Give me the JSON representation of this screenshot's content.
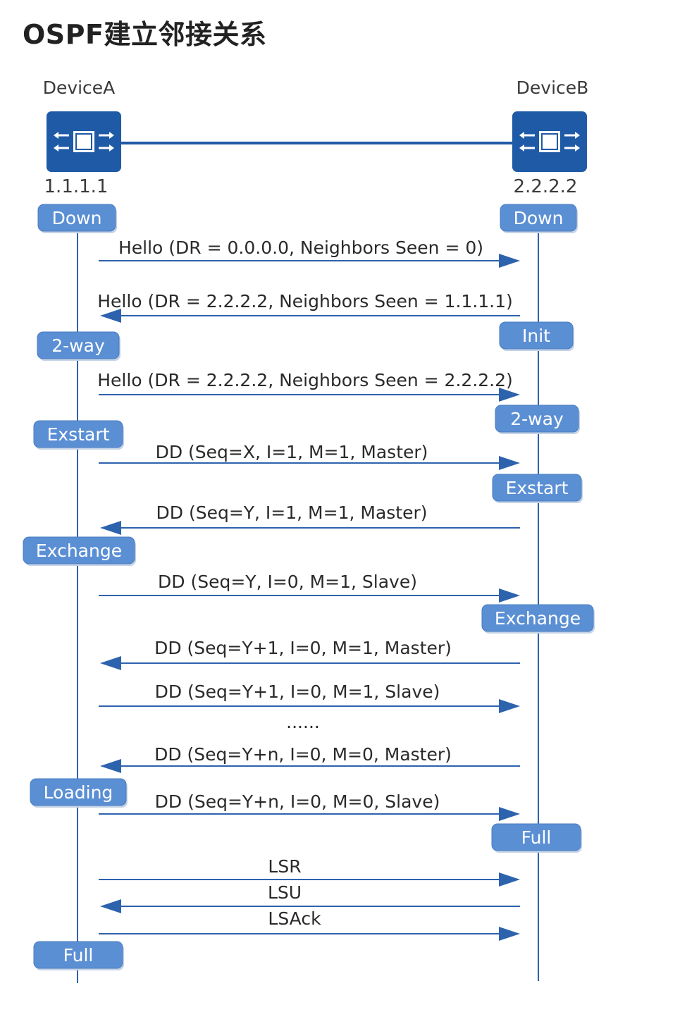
{
  "title": "OSPF建立邻接关系",
  "devices": {
    "a": {
      "name": "DeviceA",
      "ip": "1.1.1.1"
    },
    "b": {
      "name": "DeviceB",
      "ip": "2.2.2.2"
    }
  },
  "colors": {
    "lifeline": "#2d63ad",
    "state_box": "#5b8fd4",
    "router_icon": "#1f5aa6"
  },
  "icons": [
    "router-icon",
    "router-icon"
  ],
  "states": [
    {
      "side": "a",
      "label": "Down"
    },
    {
      "side": "b",
      "label": "Down"
    },
    {
      "side": "b",
      "label": "Init"
    },
    {
      "side": "a",
      "label": "2-way"
    },
    {
      "side": "b",
      "label": "2-way"
    },
    {
      "side": "a",
      "label": "Exstart"
    },
    {
      "side": "b",
      "label": "Exstart"
    },
    {
      "side": "a",
      "label": "Exchange"
    },
    {
      "side": "b",
      "label": "Exchange"
    },
    {
      "side": "a",
      "label": "Loading"
    },
    {
      "side": "b",
      "label": "Full"
    },
    {
      "side": "a",
      "label": "Full"
    }
  ],
  "messages": [
    {
      "direction": "a-to-b",
      "label": "Hello (DR = 0.0.0.0, Neighbors Seen = 0)"
    },
    {
      "direction": "b-to-a",
      "label": "Hello (DR = 2.2.2.2, Neighbors Seen = 1.1.1.1)"
    },
    {
      "direction": "a-to-b",
      "label": "Hello (DR = 2.2.2.2, Neighbors Seen = 2.2.2.2)"
    },
    {
      "direction": "a-to-b",
      "label": "DD (Seq=X, I=1, M=1, Master)"
    },
    {
      "direction": "b-to-a",
      "label": "DD (Seq=Y, I=1, M=1, Master)"
    },
    {
      "direction": "a-to-b",
      "label": "DD (Seq=Y, I=0, M=1, Slave)"
    },
    {
      "direction": "b-to-a",
      "label": "DD (Seq=Y+1, I=0, M=1, Master)"
    },
    {
      "direction": "a-to-b",
      "label": "DD (Seq=Y+1, I=0, M=1, Slave)"
    },
    {
      "direction": "b-to-a",
      "label": "DD (Seq=Y+n, I=0, M=0, Master)"
    },
    {
      "direction": "a-to-b",
      "label": "DD (Seq=Y+n, I=0, M=0, Slave)"
    },
    {
      "direction": "a-to-b",
      "label": "LSR"
    },
    {
      "direction": "b-to-a",
      "label": "LSU"
    },
    {
      "direction": "a-to-b",
      "label": "LSAck"
    }
  ],
  "ellipsis": "......"
}
